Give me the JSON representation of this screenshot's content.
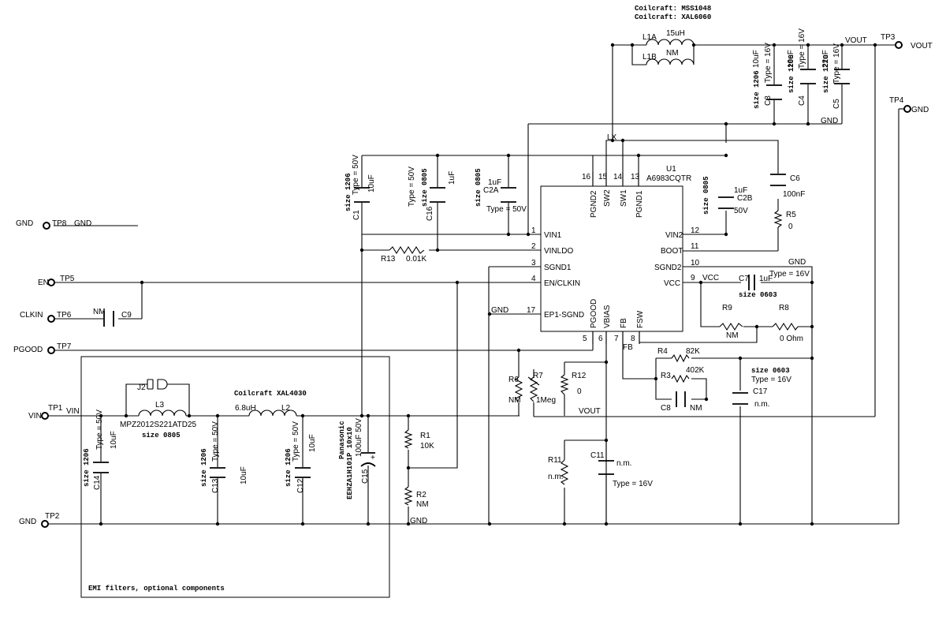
{
  "header": {
    "inductor_note_1": "Coilcraft: MSS1048",
    "inductor_note_2": "Coilcraft: XAL6060"
  },
  "ic": {
    "ref": "U1",
    "part": "A6983CQTR",
    "pins_left": [
      {
        "num": "1",
        "name": "VIN1"
      },
      {
        "num": "2",
        "name": "VINLDO"
      },
      {
        "num": "3",
        "name": "SGND1"
      },
      {
        "num": "4",
        "name": "EN/CLKIN"
      },
      {
        "num": "17",
        "name": "EP1-SGND"
      }
    ],
    "pins_right": [
      {
        "num": "12",
        "name": "VIN2"
      },
      {
        "num": "11",
        "name": "BOOT"
      },
      {
        "num": "10",
        "name": "SGND2"
      },
      {
        "num": "9",
        "name": "VCC"
      }
    ],
    "pins_top": [
      {
        "num": "16",
        "name": "PGND2"
      },
      {
        "num": "15",
        "name": "SW2"
      },
      {
        "num": "14",
        "name": "SW1"
      },
      {
        "num": "13",
        "name": "PGND1"
      }
    ],
    "pins_bottom": [
      {
        "num": "5",
        "name": "PGOOD"
      },
      {
        "num": "6",
        "name": "VBIAS"
      },
      {
        "num": "7",
        "name": "FB"
      },
      {
        "num": "8",
        "name": "FSW"
      }
    ]
  },
  "testpoints": {
    "tp1": {
      "ref": "TP1",
      "net": "VIN",
      "net2": "VIN"
    },
    "tp2": {
      "ref": "TP2",
      "net": "GND"
    },
    "tp3": {
      "ref": "TP3",
      "net": "VOUT"
    },
    "tp4": {
      "ref": "TP4",
      "net": "GND"
    },
    "tp5": {
      "ref": "TP5",
      "net": "EN"
    },
    "tp6": {
      "ref": "TP6",
      "net": "CLKIN"
    },
    "tp7": {
      "ref": "TP7",
      "net": "PGOOD"
    },
    "tp8": {
      "ref": "TP8",
      "net": "GND",
      "net2": "GND"
    }
  },
  "nets": {
    "lx": "LX",
    "vout_top": "VOUT",
    "gnd_top": "GND",
    "gnd_right": "GND",
    "vcc": "VCC",
    "gnd_ep": "GND",
    "fb": "FB",
    "vout_fb": "VOUT",
    "gnd_bottom": "GND"
  },
  "components": {
    "l1a": {
      "ref": "L1A",
      "value": "15uH"
    },
    "l1b": {
      "ref": "L1B",
      "value": "NM"
    },
    "c3": {
      "ref": "C3",
      "size": "size 1206",
      "value": "10uF",
      "type": "Type = 16V"
    },
    "c4": {
      "ref": "C4",
      "size": "size 1206",
      "value": "10uF",
      "type": "Type = 16V"
    },
    "c5": {
      "ref": "C5",
      "size": "size 1210",
      "value": "22uF",
      "type": "Type = 16V"
    },
    "c1": {
      "ref": "C1",
      "size": "size 1206",
      "type": "Type = 50V",
      "value": "10uF"
    },
    "c16": {
      "ref": "C16",
      "size": "size 0805",
      "type": "Type = 50V",
      "value": "1uF"
    },
    "c2a": {
      "ref": "C2A",
      "size": "size 0805",
      "value": "1uF",
      "type": "Type = 50V"
    },
    "c2b": {
      "ref": "C2B",
      "size": "size 0805",
      "value": "1uF",
      "type": "50V"
    },
    "c6": {
      "ref": "C6",
      "value": "100nF"
    },
    "r5": {
      "ref": "R5",
      "value": "0"
    },
    "r13": {
      "ref": "R13",
      "value": "0.01K"
    },
    "c7": {
      "ref": "C7",
      "value": "1uF",
      "type": "Type = 16V",
      "size": "size 0603"
    },
    "r9": {
      "ref": "R9",
      "value": "NM"
    },
    "r8": {
      "ref": "R8",
      "value": "0 Ohm"
    },
    "r4": {
      "ref": "R4",
      "value": "82K"
    },
    "r3": {
      "ref": "R3",
      "value": "402K"
    },
    "c8": {
      "ref": "C8",
      "value": "NM"
    },
    "c17": {
      "ref": "C17",
      "size": "size 0603",
      "type": "Type = 16V",
      "value": "n.m."
    },
    "r6": {
      "ref": "R6",
      "value": "NM"
    },
    "r7": {
      "ref": "R7",
      "value": "1Meg"
    },
    "r12": {
      "ref": "R12",
      "value": "0"
    },
    "r11": {
      "ref": "R11",
      "value": "n.m."
    },
    "c11": {
      "ref": "C11",
      "value": "n.m.",
      "type": "Type = 16V"
    },
    "c9": {
      "ref": "C9",
      "value": "NM"
    },
    "r1": {
      "ref": "R1",
      "value": "10K"
    },
    "r2": {
      "ref": "R2",
      "value": "NM"
    },
    "j2": {
      "ref": "J2"
    },
    "l3": {
      "ref": "L3",
      "part": "MPZ2012S221ATD25",
      "size": "size 0805"
    },
    "l2": {
      "ref": "L2",
      "note": "Coilcraft XAL4030",
      "value": "6.8uH"
    },
    "c14": {
      "ref": "C14",
      "size": "size 1206",
      "type": "Type = 50V",
      "value": "10uF"
    },
    "c13": {
      "ref": "C13",
      "size": "size 1206",
      "type": "Type = 50V",
      "value": "10uF"
    },
    "c12": {
      "ref": "C12",
      "size": "size 1206",
      "type": "Type = 50V",
      "value": "10uF"
    },
    "c15": {
      "ref": "C15",
      "brand": "Panasonic",
      "part": "EEHZA1H101P 10x10",
      "value": "100uF 50V",
      "plus": "+"
    }
  },
  "emi_box": {
    "label": "EMI filters, optional components"
  }
}
